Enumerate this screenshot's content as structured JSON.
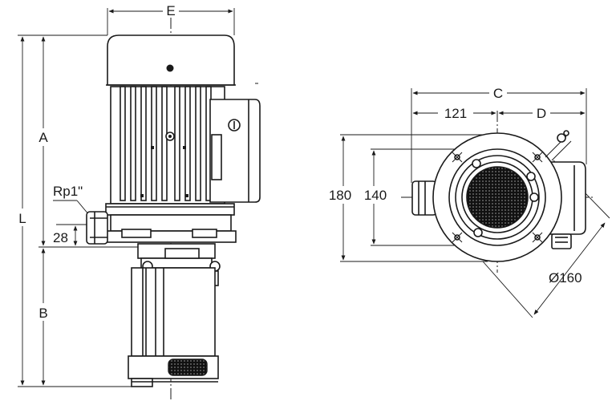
{
  "side_view": {
    "dim_E": "E",
    "dim_A": "A",
    "dim_L": "L",
    "dim_B": "B",
    "dim_rp": "Rp1\"",
    "dim_28": "28"
  },
  "top_view": {
    "dim_C": "C",
    "dim_121": "121",
    "dim_D": "D",
    "dim_180": "180",
    "dim_140": "140",
    "dim_dia": "Ø160"
  }
}
